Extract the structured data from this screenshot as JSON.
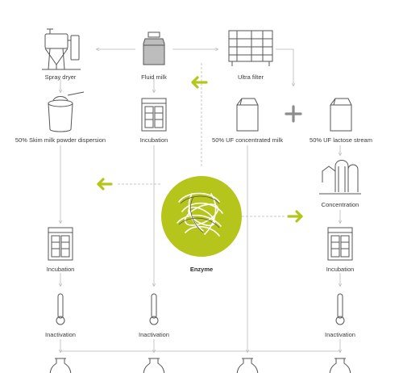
{
  "labels": {
    "spray_dryer": "Spray dryer",
    "fluid_milk": "Fluid milk",
    "ultra_filter": "Ultra filter",
    "skim_dispersion": "50% Skim milk powder dispersion",
    "incubation_mid": "Incubation",
    "uf_concentrated": "50% UF concentrated milk",
    "uf_lactose": "50% UF lactose stream",
    "concentration": "Concentration",
    "enzyme": "Enzyme",
    "incubation_left": "Incubation",
    "incubation_right": "Incubation",
    "inactivation_left": "Inactivation",
    "inactivation_mid": "Inactivation",
    "inactivation_right": "Inactivation"
  },
  "colors": {
    "accent": "#b5c51c",
    "line": "#b9b9b9",
    "icon_stroke": "#555555",
    "text": "#3a3a3a"
  },
  "icons": {
    "spray_dryer": "spray-dryer-icon",
    "fluid_milk": "milk-can-icon",
    "ultra_filter": "ultra-filter-icon",
    "skim_dispersion": "powder-scoop-icon",
    "incubator": "incubator-icon",
    "milk_carton": "milk-carton-icon",
    "plus": "plus-icon",
    "concentrator": "evaporator-tanks-icon",
    "enzyme": "enzyme-molecule-icon",
    "thermometer": "thermometer-icon",
    "bottle": "milk-bottle-icon"
  }
}
